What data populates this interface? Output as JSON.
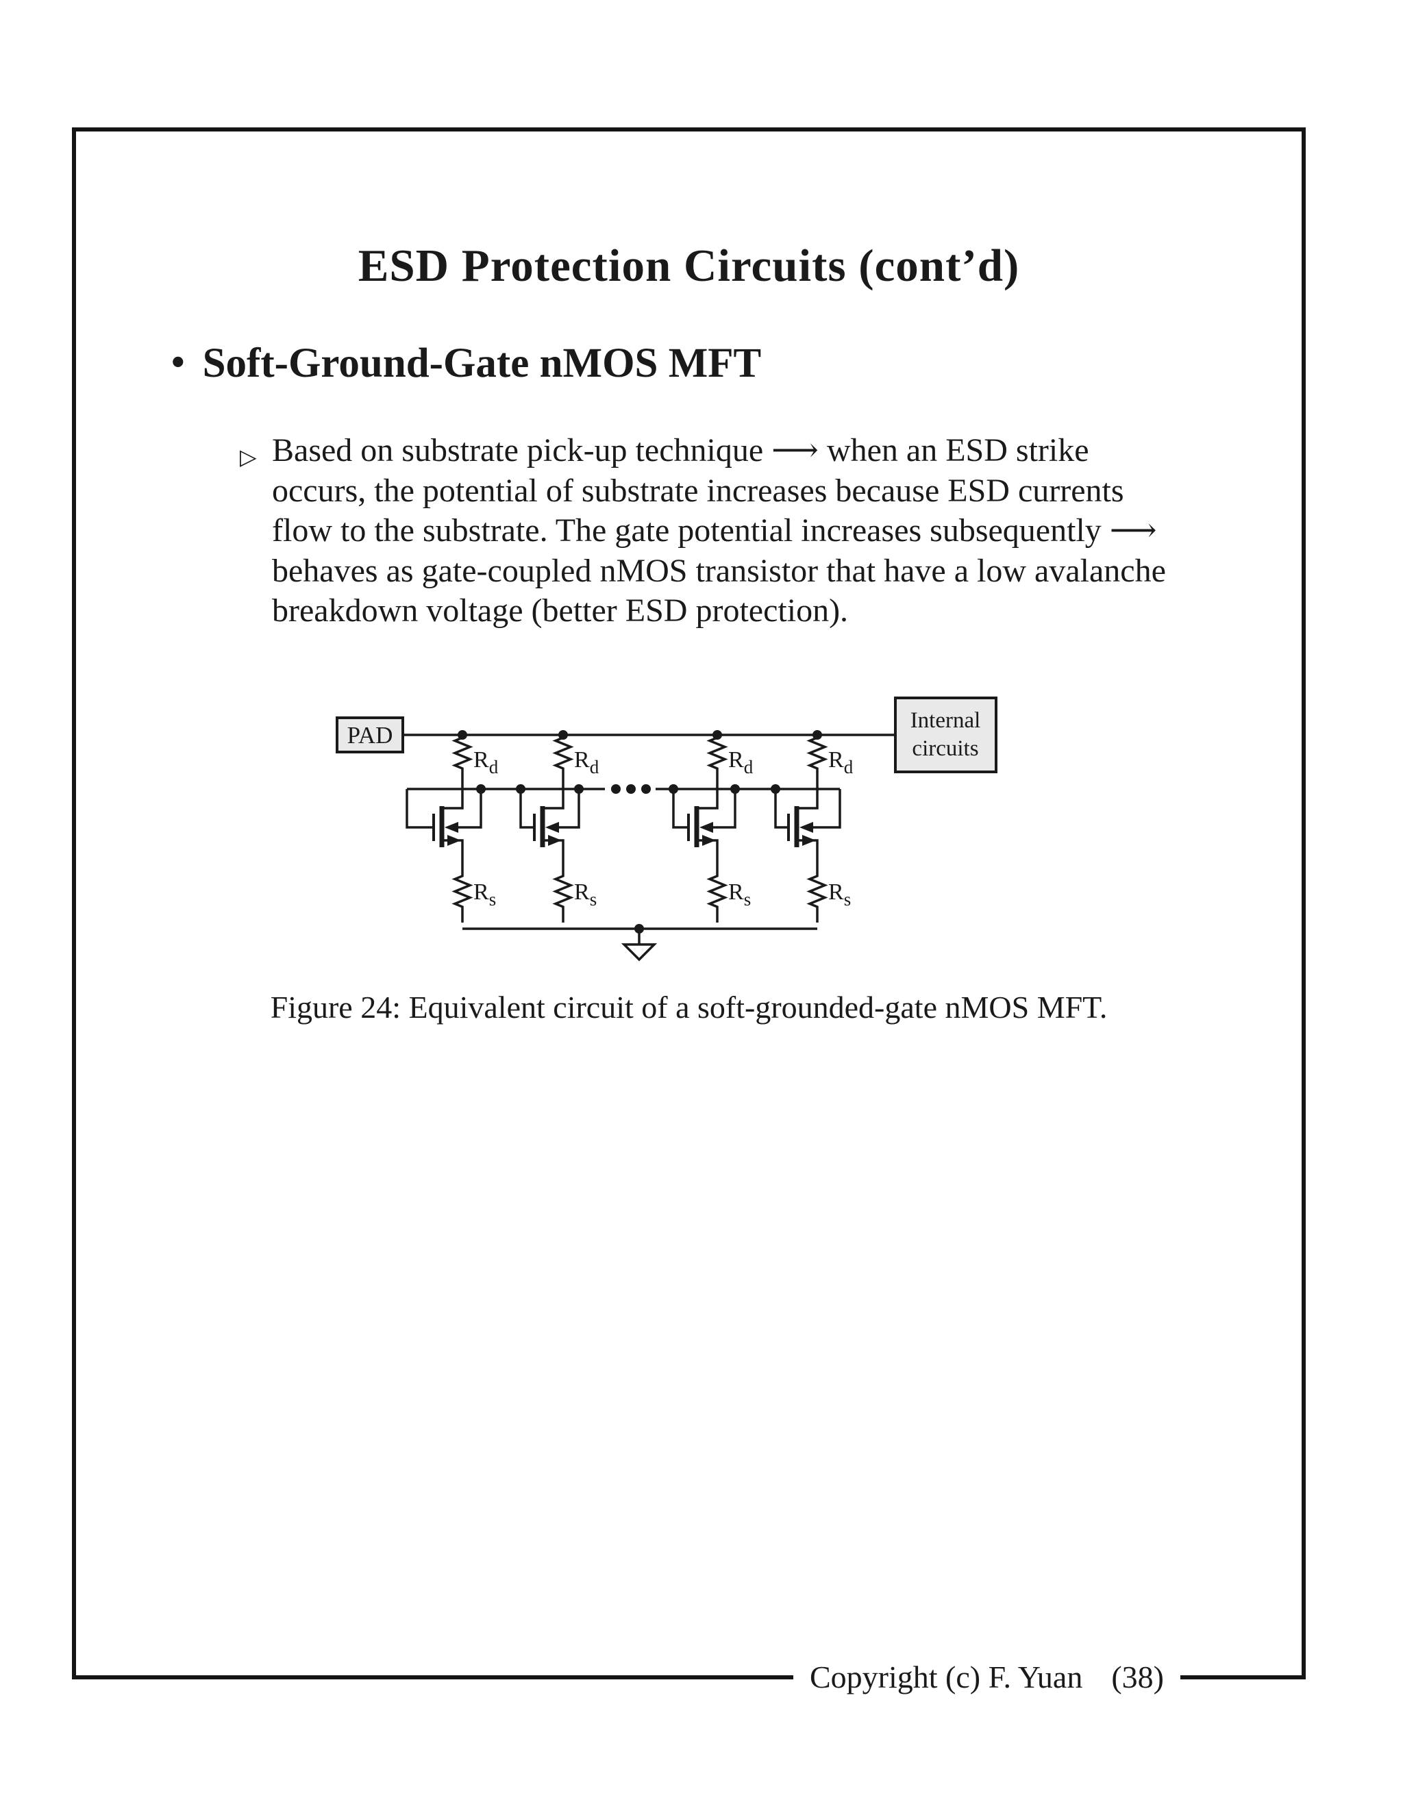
{
  "slide": {
    "title": "ESD Protection Circuits (cont’d)",
    "heading": {
      "marker": "•",
      "label": "Soft-Ground-Gate nMOS MFT"
    },
    "paragraph": {
      "marker": "▷",
      "lines": [
        "Based on substrate pick-up technique ⟶ when an ESD strike",
        "occurs, the potential of substrate increases because ESD currents",
        "flow to the substrate.  The gate potential increases subsequently ⟶",
        "behaves as gate-coupled nMOS transistor that have a low avalanche",
        "breakdown voltage (better ESD protection)."
      ]
    },
    "circuit": {
      "pad_label": "PAD",
      "internal_line1": "Internal",
      "internal_line2": "circuits",
      "rd_label": {
        "main": "R",
        "sub": "d"
      },
      "rs_label": {
        "main": "R",
        "sub": "s"
      }
    },
    "caption": "Figure 24: Equivalent circuit of a soft-grounded-gate nMOS MFT.",
    "footer": {
      "copyright": "Copyright (c) F. Yuan",
      "page_number": "(38)"
    },
    "colors": {
      "ink": "#1a1a1a",
      "box_fill": "#e9e9e9"
    }
  }
}
